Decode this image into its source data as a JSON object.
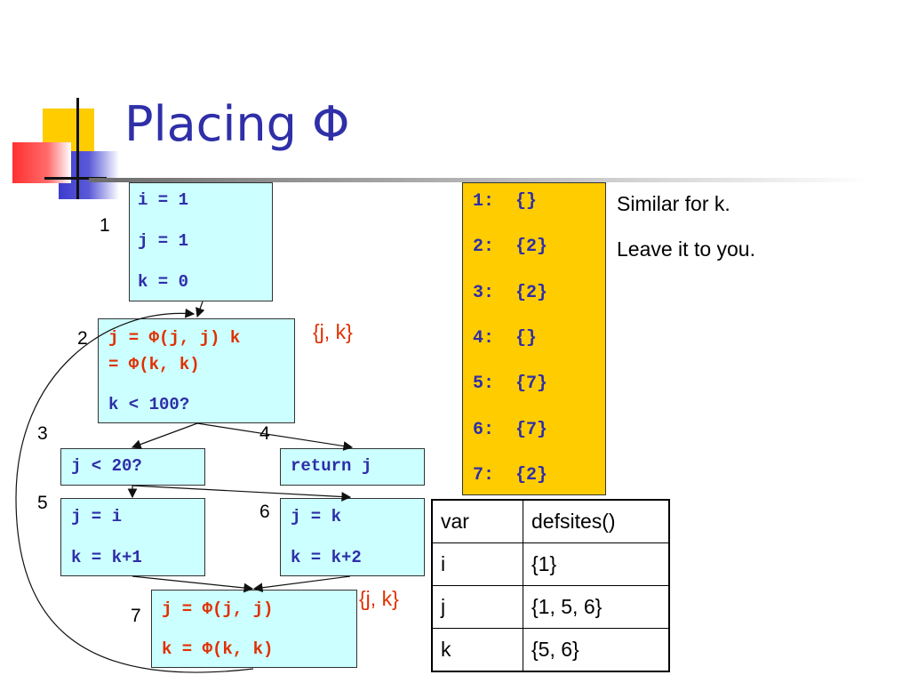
{
  "slide": {
    "title": "Placing Φ"
  },
  "cfg": {
    "blocks": [
      {
        "id": "1",
        "label": "1",
        "lines": [
          "i = 1",
          "j = 1",
          "k = 0"
        ]
      },
      {
        "id": "2",
        "label": "2",
        "lines": [
          "j = Φ(j, j) k",
          "= Φ(k, k)",
          "k < 100?"
        ]
      },
      {
        "id": "3",
        "label": "3",
        "lines": [
          "j < 20?"
        ]
      },
      {
        "id": "4",
        "label": "4",
        "lines": [
          "return j"
        ]
      },
      {
        "id": "5",
        "label": "5",
        "lines": [
          "j = i",
          "k = k+1"
        ]
      },
      {
        "id": "6",
        "label": "6",
        "lines": [
          "j = k",
          "k = k+2"
        ]
      },
      {
        "id": "7",
        "label": "7",
        "lines": [
          "j = Φ(j, j)",
          "k = Φ(k, k)"
        ]
      }
    ],
    "annotations": {
      "block2": "{j, k}",
      "block7": "{j, k}"
    }
  },
  "dominance_frontier": {
    "rows": [
      "1:  {}",
      "2:  {2}",
      "3:  {2}",
      "4:  {}",
      "5:  {7}",
      "6:  {7}",
      "7:  {2}"
    ]
  },
  "notes": [
    "Similar for k.",
    "Leave it to you."
  ],
  "defsites_table": {
    "headers": [
      "var",
      "defsites()"
    ],
    "rows": [
      [
        "i",
        "{1}"
      ],
      [
        "j",
        "{1, 5, 6}"
      ],
      [
        "k",
        "{5, 6}"
      ]
    ]
  },
  "colors": {
    "title": "#2f2fa8",
    "code_blue": "#2e2ea8",
    "code_red": "#e03000",
    "block_fill": "#ccffff",
    "frontier_fill": "#ffcc00"
  }
}
